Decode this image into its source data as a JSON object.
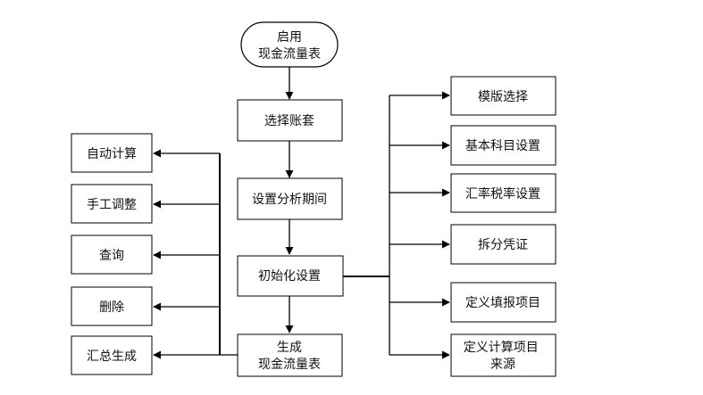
{
  "start": {
    "line1": "启用",
    "line2": "现金流量表"
  },
  "main_flow": {
    "select_account": "选择账套",
    "set_period": "设置分析期间",
    "init_settings": "初始化设置",
    "generate": {
      "line1": "生成",
      "line2": "现金流量表"
    }
  },
  "left_branch": [
    "自动计算",
    "手工调整",
    "查询",
    "删除",
    "汇总生成"
  ],
  "right_branch": [
    "模版选择",
    "基本科目设置",
    "汇率税率设置",
    "拆分凭证",
    "定义填报项目",
    "定义计算项目来源"
  ],
  "style": {
    "stroke": "#000000",
    "fill": "#ffffff"
  }
}
